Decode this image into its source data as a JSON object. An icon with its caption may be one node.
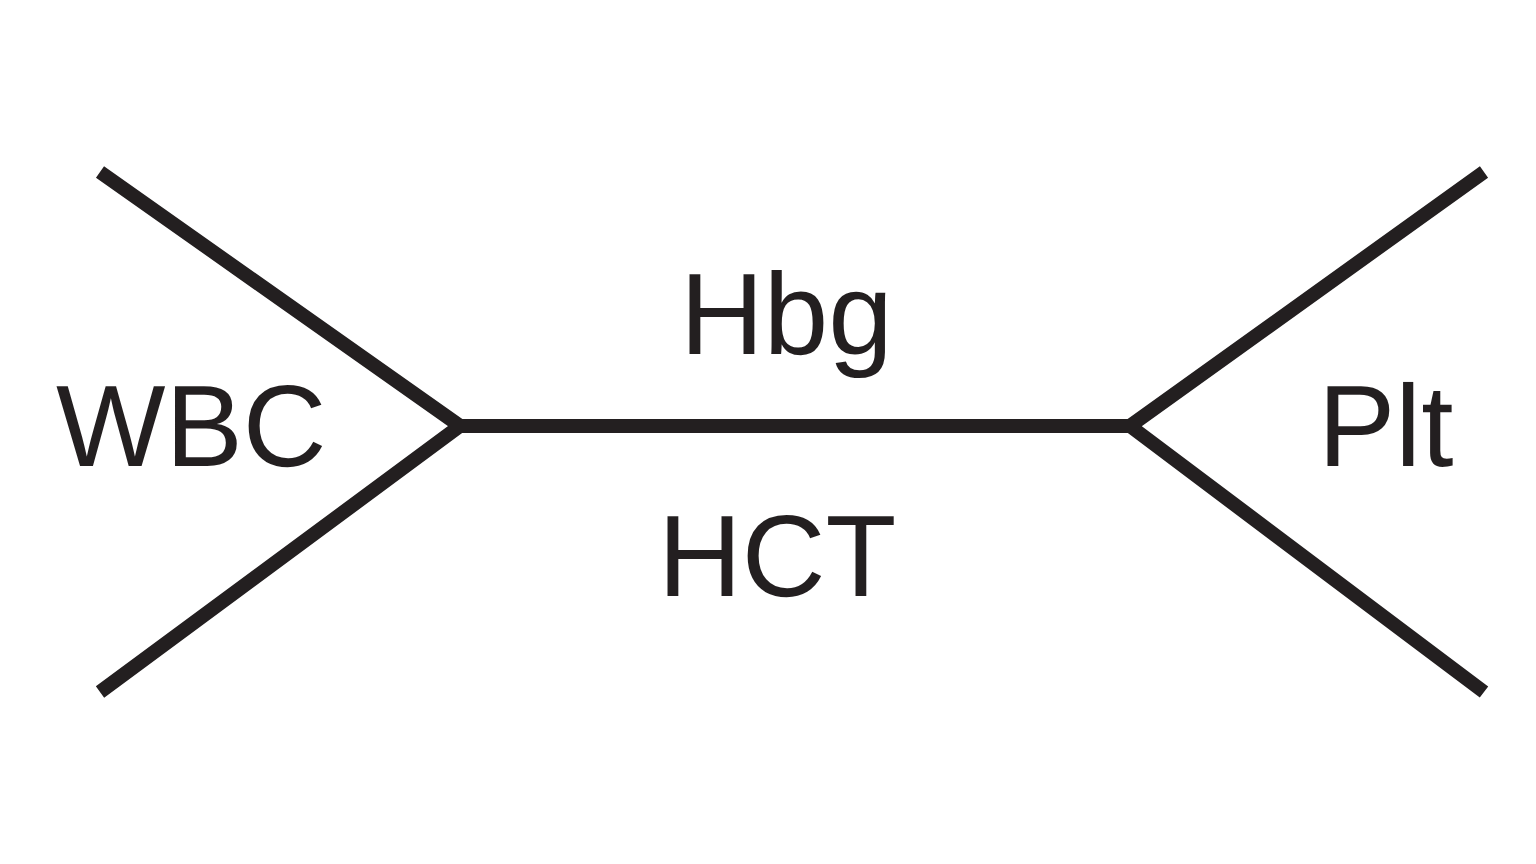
{
  "diagram": {
    "labels": [
      "WBC",
      "Hbg",
      "HCT",
      "Plt"
    ]
  }
}
